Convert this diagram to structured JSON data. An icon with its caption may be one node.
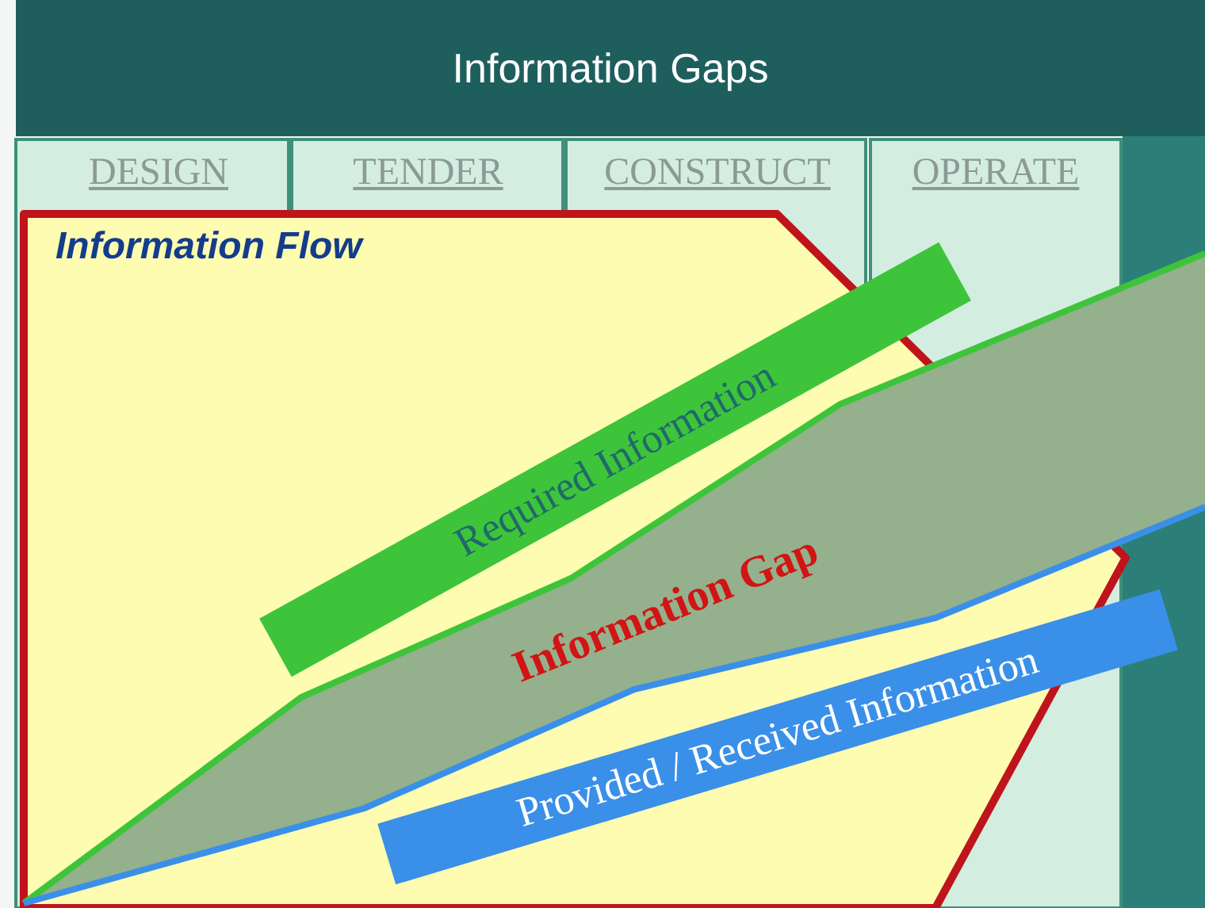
{
  "diagram": {
    "title": "Information Gaps",
    "labels": [
      "DESIGN",
      "TENDER",
      "CONSTRUCT",
      "OPERATE",
      "Information Flow",
      "Required Information",
      "Information Gap",
      "Provided / Received Information"
    ]
  }
}
